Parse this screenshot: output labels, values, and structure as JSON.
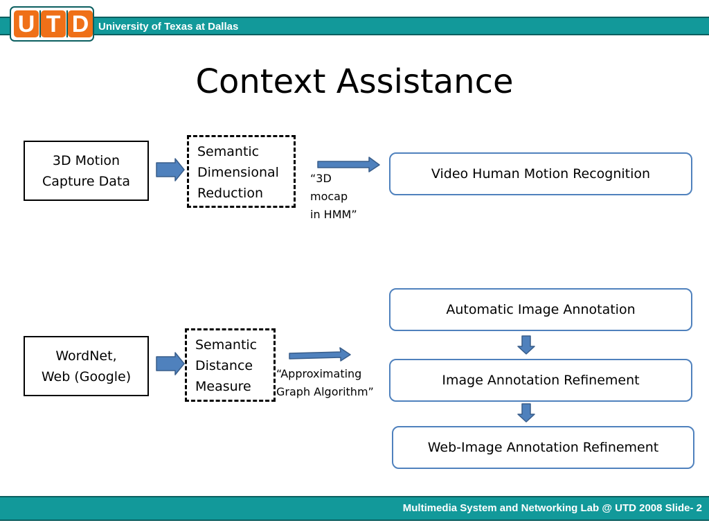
{
  "header": {
    "logo_letters": [
      "U",
      "T",
      "D"
    ],
    "title": "University of Texas at Dallas"
  },
  "page_title": "Context Assistance",
  "diagram": {
    "row1": {
      "source": "3D Motion\nCapture Data",
      "method": "Semantic\nDimensional\nReduction",
      "note": "“3D\nmocap\n in HMM”",
      "target": "Video Human Motion Recognition"
    },
    "row2": {
      "source": "WordNet,\nWeb (Google)",
      "method": "Semantic\nDistance\nMeasure",
      "note": "“Approximating\nGraph Algorithm”",
      "targets": [
        "Automatic Image Annotation",
        "Image Annotation Refinement",
        "Web-Image Annotation Refinement"
      ]
    }
  },
  "footer": {
    "text": "Multimedia System and Networking Lab @ UTD 2008 Slide- 2"
  },
  "colors": {
    "teal": "#12999a",
    "logo_orange": "#ef7018",
    "arrow_fill": "#4f81bd",
    "rounded_border": "#4f81bd"
  }
}
